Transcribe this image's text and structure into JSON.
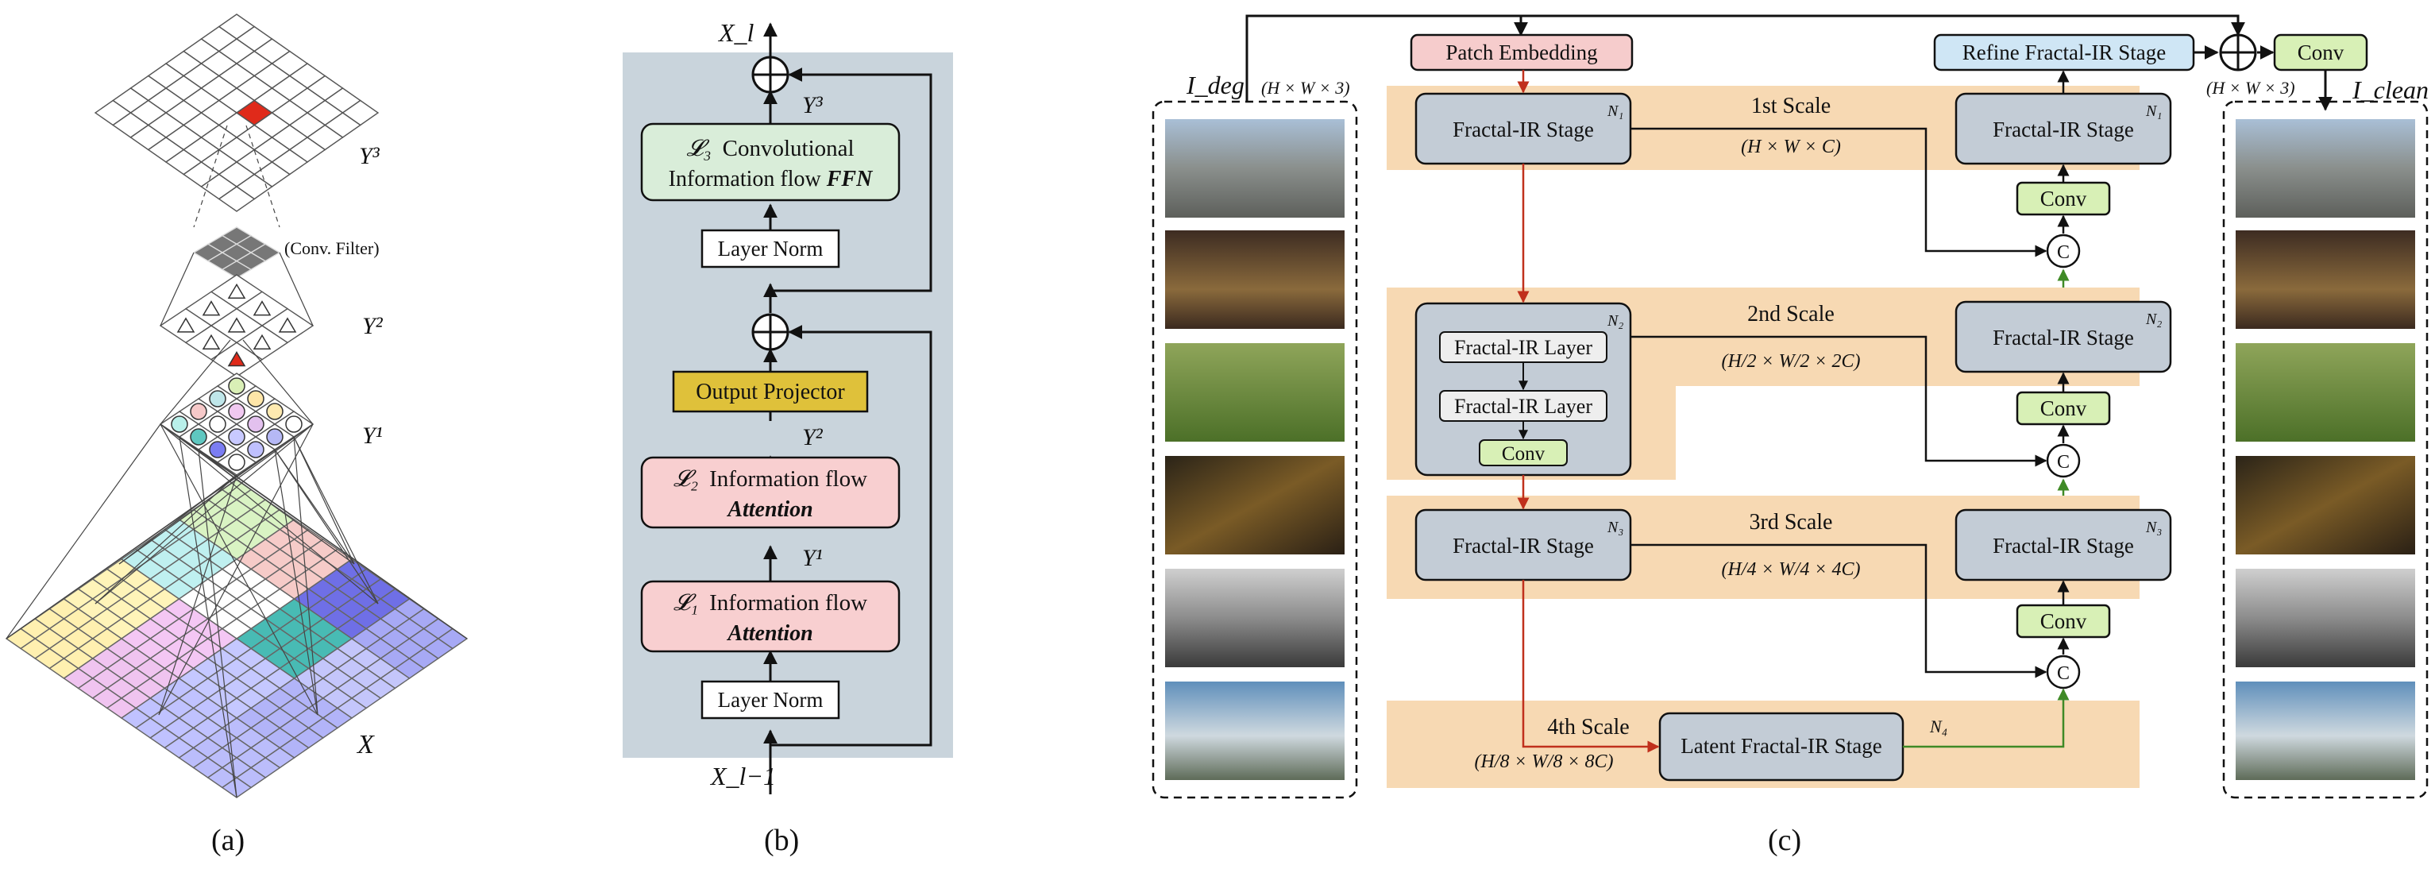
{
  "captions": {
    "a": "(a)",
    "b": "(b)",
    "c": "(c)"
  },
  "panel_a": {
    "y3": "Y³",
    "conv_filter": "(Conv. Filter)",
    "y2": "Y²",
    "y1": "Y¹",
    "x": "X"
  },
  "panel_b": {
    "x_l": "X_l",
    "x_l_minus_1": "X_l−1",
    "y3": "Y³",
    "y2": "Y²",
    "y1": "Y¹",
    "l3_symbol": "𝓛₃",
    "l3_line1": "Convolutional",
    "l3_line2_pre": "Information flow ",
    "l3_line2_bold": "FFN",
    "layer_norm_top": "Layer Norm",
    "output_projector": "Output Projector",
    "l2_symbol": "𝓛₂",
    "l2_line1": "Information flow",
    "l2_line2": "Attention",
    "l1_symbol": "𝓛₁",
    "l1_line1": "Information flow",
    "l1_line2": "Attention",
    "layer_norm_bottom": "Layer Norm"
  },
  "panel_c": {
    "patch_embedding": "Patch Embedding",
    "refine_stage": "Refine Fractal-IR Stage",
    "conv_out": "Conv",
    "i_deg": "I_deg",
    "i_clean": "I_clean",
    "dims_in": "(H × W × 3)",
    "dims_out": "(H × W × 3)",
    "scales": [
      {
        "label": "1st Scale",
        "dims": "(H × W × C)",
        "enc": "Fractal-IR Stage",
        "enc_n": "N₁",
        "dec": "Fractal-IR Stage",
        "dec_n": "N₁"
      },
      {
        "label": "2nd Scale",
        "dims": "(H/2 × W/2 × 2C)",
        "enc_n": "N₂",
        "dec": "Fractal-IR Stage",
        "dec_n": "N₂"
      },
      {
        "label": "3rd Scale",
        "dims": "(H/4 × W/4 × 4C)",
        "enc": "Fractal-IR Stage",
        "enc_n": "N₃",
        "dec": "Fractal-IR Stage",
        "dec_n": "N₃"
      },
      {
        "label": "4th Scale",
        "dims": "(H/8 × W/8 × 8C)",
        "enc": "Latent Fractal-IR Stage",
        "enc_n": "N₄"
      }
    ],
    "layer1": "Fractal-IR Layer",
    "layer2": "Fractal-IR Layer",
    "conv_inner": "Conv",
    "conv": "Conv",
    "concat": "C"
  },
  "colors": {
    "panel_b_bg": "#c9d4dc",
    "scale_band": "#f7d9b3",
    "stage_box": "#c3ccd6",
    "conv_green": "#d8f0b6",
    "ln_pink": "#f8cfd0",
    "ffn_green": "#d9edd9",
    "proj_yellow": "#dfc13a",
    "patch_pink": "#f6cccc",
    "refine_blue": "#cfe6f5",
    "red_arrow": "#c0301c",
    "green_arrow": "#3f8a26"
  }
}
